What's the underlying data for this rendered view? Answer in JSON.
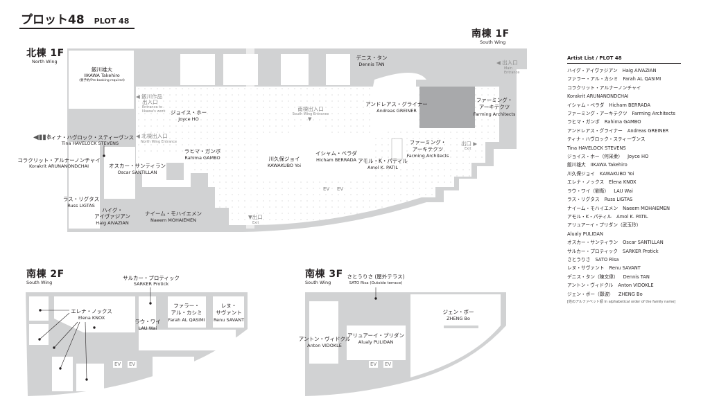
{
  "title": {
    "jp": "プロット48",
    "en": "PLOT 48"
  },
  "north_1f": {
    "floor": "北棟 1F",
    "wing": "North Wing",
    "labels": {
      "iikawa_jp": "飯川雄大",
      "iikawa_en": "IIKAWA Takehiro",
      "iikawa_note": "(要予約/Pre-booking required)",
      "iikawa_entrance_jp1": "◀ 飯川作品",
      "iikawa_entrance_jp2": "出入口",
      "iikawa_entrance_en1": "Entrance to",
      "iikawa_entrance_en2": "Iikawa's work",
      "joyce_jp": "ジョイス・ホー",
      "joyce_en": "Joyce HO",
      "north_entrance_jp": "◀ 北棟出入口",
      "north_entrance_en": "North Wing Entrance",
      "tina_jp": "ティナ・ハヴロック・スティーヴンス",
      "tina_en": "Tina HAVELOCK STEVENS",
      "korakrit_jp": "コラクリット・アルナーノンチャイ",
      "korakrit_en": "Korakrit ARUNANONDCHAI",
      "rahima_jp": "ラヒマ・ガンボ",
      "rahima_en": "Rahima GAMBO",
      "oscar_jp": "オスカー・サンティラン",
      "oscar_en": "Oscar SANTILLAN",
      "russ_jp": "ラス・リグタス",
      "russ_en": "Russ LIGTAS",
      "haig_jp1": "ハイグ・",
      "haig_jp2": "アイヴァジアン",
      "haig_en": "Haig AIVAZIAN",
      "naeem_jp": "ナイーム・モハイエメン",
      "naeem_en": "Naeem MOHAIEMEN"
    }
  },
  "south_1f": {
    "floor": "南棟 1F",
    "wing": "South Wing",
    "labels": {
      "dennis_jp": "デニス・タン",
      "dennis_en": "Dennis TAN",
      "main_entrance_jp": "◀ 出入口",
      "main_entrance_en1": "Main",
      "main_entrance_en2": "Entrance",
      "south_entrance_jp": "南棟出入口",
      "south_entrance_en": "South Wing Entrance",
      "andreas_jp": "アンドレアス・グライナー",
      "andreas_en": "Andreas GREINER",
      "farming1_jp1": "ファーミング・",
      "farming1_jp2": "アーキテクツ",
      "farming1_en": "Farming Architects",
      "farming2_jp1": "ファーミング・",
      "farming2_jp2": "アーキテクツ",
      "farming2_en": "Farming Architects",
      "exit_right_jp": "出口 ▶",
      "exit_right_en": "Exit",
      "kawakubo_jp": "川久保ジョイ",
      "kawakubo_en": "KAWAKUBO Yoi",
      "hicham_jp": "イシャム・ベラダ",
      "hicham_en": "Hicham BERRADA",
      "amol_jp": "アモル・K・パティル",
      "amol_en": "Amol K. PATIL",
      "ev": "EV",
      "exit_left_jp": "▼出口",
      "exit_left_en": "Exit"
    }
  },
  "south_2f": {
    "floor": "南棟 2F",
    "wing": "South Wing",
    "labels": {
      "sarker_jp": "サルカー・プロティック",
      "sarker_en": "SARKER Protick",
      "elena_jp": "エレナ・ノックス",
      "elena_en": "Elena KNOX",
      "lau_jp": "ラウ・ワイ",
      "lau_en": "LAU Wai",
      "farah_jp1": "ファラー・",
      "farah_jp2": "アル・カシミ",
      "farah_en": "Farah AL QASIMI",
      "renu_jp1": "レヌ・",
      "renu_jp2": "サヴァント",
      "renu_en": "Renu SAVANT",
      "ev": "EV"
    }
  },
  "south_3f": {
    "floor": "南棟 3F",
    "wing": "South Wing",
    "labels": {
      "sato_jp": "さとうりさ (屋外テラス)",
      "sato_en": "SATO Risa (Outside terrace)",
      "zheng_jp": "ジェン・ボー",
      "zheng_en": "ZHENG Bo",
      "alualy_jp": "アリュアーイ・プリダン",
      "alualy_en": "Alualy PULIDAN",
      "anton_jp": "アントン・ヴィドクル",
      "anton_en": "Anton VIDOKLE",
      "ev": "EV"
    }
  },
  "artist_list": {
    "header": "Artist List / PLOT 48",
    "items": [
      {
        "jp": "ハイグ・アイヴァジアン",
        "en": "Haig AIVAZIAN"
      },
      {
        "jp": "ファラー・アル・カシミ",
        "en": "Farah AL QASIMI"
      },
      {
        "jp": "コラクリット・アルナーノンチャイ",
        "en": "Korakrit ARUNANONDCHAI",
        "wrap": true
      },
      {
        "jp": "イシャム・ベラダ",
        "en": "Hicham BERRADA"
      },
      {
        "jp": "ファーミング・アーキテクツ",
        "en": "Farming Architects"
      },
      {
        "jp": "ラヒマ・ガンボ",
        "en": "Rahima GAMBO"
      },
      {
        "jp": "アンドレアス・グライナー",
        "en": "Andreas GREINER"
      },
      {
        "jp": "ティナ・ハヴロック・スティーヴンス",
        "en": "Tina HAVELOCK STEVENS",
        "wrap": true
      },
      {
        "jp": "ジョイス・ホー（何采柔）",
        "en": "Joyce HO"
      },
      {
        "jp": "飯川雄大",
        "en": "IIKAWA Takehiro"
      },
      {
        "jp": "川久保ジョイ",
        "en": "KAWAKUBO Yoi"
      },
      {
        "jp": "エレナ・ノックス",
        "en": "Elena KNOX"
      },
      {
        "jp": "ラウ・ワイ（劉衛）",
        "en": "LAU Wai"
      },
      {
        "jp": "ラス・リグタス",
        "en": "Russ LIGTAS"
      },
      {
        "jp": "ナイーム・モハイエメン",
        "en": "Naeem MOHAIEMEN"
      },
      {
        "jp": "アモル・K・パティル",
        "en": "Amol K. PATIL"
      },
      {
        "jp": "アリュアーイ・プリダン（武玉玲）",
        "en": "Alualy PULIDAN",
        "wrap": true
      },
      {
        "jp": "オスカー・サンティラン",
        "en": "Oscar SANTILLAN"
      },
      {
        "jp": "サルカー・プロティック",
        "en": "SARKER Protick"
      },
      {
        "jp": "さとうりさ",
        "en": "SATO Risa"
      },
      {
        "jp": "レヌ・サヴァント",
        "en": "Renu SAVANT"
      },
      {
        "jp": "デニス・タン（陳文偉）",
        "en": "Dennis TAN"
      },
      {
        "jp": "アントン・ヴィドクル",
        "en": "Anton VIDOKLE"
      },
      {
        "jp": "ジェン・ボー（鄭波）",
        "en": "ZHENG Bo"
      }
    ],
    "note": "[姓のアルファベット順 In alphabetical order of the family name]"
  },
  "colors": {
    "wall": "#d1d2d3",
    "text": "#231f20",
    "muted": "#8a8a8a"
  }
}
